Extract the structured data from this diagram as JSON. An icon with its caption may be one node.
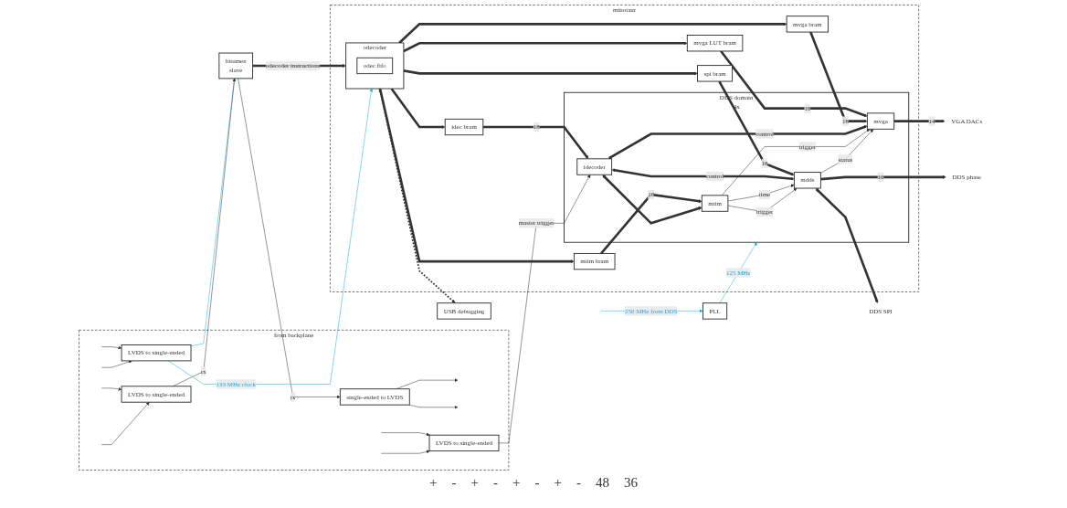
{
  "diagram": {
    "nodes": [
      {
        "text": [
          "from backplane"
        ]
      },
      {
        "text": [
          "LVDS to single-ended"
        ],
        "in": 0
      },
      {
        "text": [
          "LVDS to single-ended"
        ],
        "in": 0
      },
      {
        "text": [
          "single-ended to LVDS"
        ],
        "in": 0
      },
      {
        "text": [
          "LVDS to single-ended"
        ],
        "in": 0
      },
      {
        "text": [
          "bitumen",
          "slave"
        ]
      },
      {
        "text": [
          "USB debugging"
        ]
      },
      {
        "text": [
          "minotaur"
        ]
      },
      {
        "text": [
          "odecoder"
        ],
        "in": 7
      },
      {
        "text": [
          "odec fifo"
        ],
        "in": 8
      },
      {
        "text": [
          "DDS domain"
        ],
        "in": 7,
        "beside": [
          "4x"
        ]
      },
      {
        "text": [
          "spi bram"
        ],
        "in": 7
      },
      {
        "text": [
          "mtim bram"
        ],
        "in": 7
      },
      {
        "text": [
          "idec bram"
        ],
        "in": 7
      },
      {
        "text": [
          "mvga bram"
        ],
        "in": 7
      },
      {
        "text": [
          "mvga LUT bram"
        ],
        "in": 7
      },
      {
        "text": [
          "mdds"
        ],
        "in": 10
      },
      {
        "text": [
          "mtim"
        ],
        "in": 10
      },
      {
        "text": [
          "idecoder"
        ],
        "in": 10
      },
      {
        "text": [
          "mvga"
        ],
        "in": 10
      },
      {
        "text": [
          "PLL"
        ]
      },
      {
        "text": [
          "DDS SPI"
        ]
      },
      {
        "text": [
          "DDS phase"
        ]
      },
      {
        "text": [
          "VGA DACs"
        ]
      }
    ],
    "edges": [
      {
        "from": null,
        "to": 1,
        "arrow": "to"
      },
      {
        "from": null,
        "to": 1,
        "arrow": "to"
      },
      {
        "from": null,
        "to": 2,
        "arrow": "to"
      },
      {
        "from": null,
        "to": 2,
        "arrow": "to"
      },
      {
        "from": 3,
        "to": null,
        "arrow": "to"
      },
      {
        "from": 3,
        "to": null,
        "arrow": "to"
      },
      {
        "from": null,
        "to": 4,
        "arrow": "to"
      },
      {
        "from": null,
        "to": 4,
        "arrow": "to"
      },
      {
        "from": 1,
        "to": 8,
        "arrow": "to",
        "label": "133 MHz clock",
        "color": "#1aaeea"
      },
      {
        "from": 1,
        "to": 5,
        "arrow": "to",
        "color": "#1aaeea"
      },
      {
        "from": 2,
        "to": 5,
        "arrow": "to",
        "label": "rx"
      },
      {
        "from": 5,
        "to": 3,
        "arrow": "to",
        "label": "tx"
      },
      {
        "from": 5,
        "to": 8,
        "arrow": "to",
        "label": "odecoder instructions",
        "style": "thick"
      },
      {
        "from": 8,
        "to": 6,
        "arrow": "both",
        "style": "dashed"
      },
      {
        "from": 8,
        "to": 11,
        "arrow": "to",
        "style": "thick"
      },
      {
        "from": 8,
        "to": 12,
        "arrow": "to",
        "style": "thick"
      },
      {
        "from": 8,
        "to": 13,
        "arrow": "to",
        "style": "thick"
      },
      {
        "from": 8,
        "to": 14,
        "arrow": "to",
        "style": "thick"
      },
      {
        "from": 8,
        "to": 15,
        "arrow": "to",
        "style": "thick"
      },
      {
        "from": 11,
        "to": 16,
        "arrow": "to",
        "label": "18",
        "style": "thick"
      },
      {
        "from": 12,
        "to": 17,
        "arrow": "to",
        "label": "18",
        "style": "thick"
      },
      {
        "from": 13,
        "to": 18,
        "arrow": "to",
        "label": "18",
        "style": "thick"
      },
      {
        "from": 15,
        "to": 19,
        "arrow": "to",
        "label": "18",
        "style": "thick"
      },
      {
        "from": 14,
        "to": 19,
        "arrow": "to",
        "label": "18",
        "style": "thick"
      },
      {
        "from": 18,
        "to": 16,
        "arrow": "both",
        "label": "control",
        "style": "thick"
      },
      {
        "from": 18,
        "to": 19,
        "arrow": "both",
        "label": "control",
        "style": "thick"
      },
      {
        "from": 18,
        "to": 17,
        "arrow": "both",
        "style": "thick"
      },
      {
        "from": 17,
        "to": 16,
        "arrow": "to",
        "label": "time"
      },
      {
        "from": 17,
        "to": 16,
        "arrow": "to",
        "label": "trigger"
      },
      {
        "from": 17,
        "to": 19,
        "arrow": "to",
        "label": "trigger"
      },
      {
        "from": 16,
        "to": 19,
        "arrow": "to",
        "label": "status"
      },
      {
        "from": 16,
        "to": 22,
        "arrow": "to",
        "label": "16",
        "style": "thick"
      },
      {
        "from": 16,
        "to": 21,
        "arrow": "both",
        "style": "thick"
      },
      {
        "from": 19,
        "to": 23,
        "arrow": "to",
        "label": "14",
        "style": "thick"
      },
      {
        "from": 4,
        "to": 18,
        "arrow": "to",
        "label": "master trigger"
      },
      {
        "from": null,
        "to": 20,
        "arrow": "to",
        "label": "250 MHz from DDS",
        "color": "#1aaeea"
      },
      {
        "from": 20,
        "to": 10,
        "arrow": "to",
        "label": "125 MHz",
        "color": "#1aaeea"
      }
    ],
    "labels": [
      "+",
      "-",
      "+",
      "-",
      "+",
      "-",
      "+",
      "-",
      "48",
      "36"
    ]
  }
}
